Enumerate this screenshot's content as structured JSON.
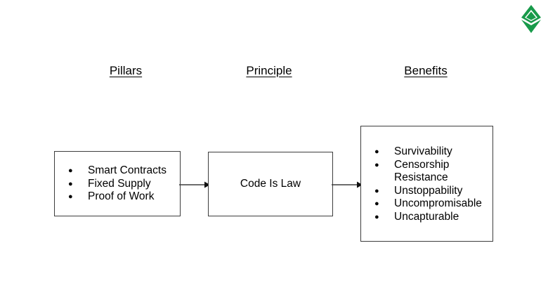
{
  "slide": {
    "logo": {
      "name": "ethereum-classic-logo",
      "color": "#189a4a"
    },
    "columns": [
      {
        "id": "pillars",
        "heading": "Pillars"
      },
      {
        "id": "principle",
        "heading": "Principle"
      },
      {
        "id": "benefits",
        "heading": "Benefits"
      }
    ],
    "boxes": {
      "pillars": {
        "items": [
          "Smart Contracts",
          "Fixed Supply",
          "Proof of Work"
        ]
      },
      "principle": {
        "label": "Code Is Law"
      },
      "benefits": {
        "items": [
          "Survivability",
          "Censorship Resistance",
          "Unstoppability",
          "Uncompromisable",
          "Uncapturable"
        ]
      }
    },
    "connectors": [
      {
        "id": "arrow-pillars-to-principle",
        "from": "pillars",
        "to": "principle",
        "direction": "right"
      },
      {
        "id": "arrow-principle-to-benefits",
        "from": "principle",
        "to": "benefits",
        "direction": "right"
      }
    ]
  }
}
